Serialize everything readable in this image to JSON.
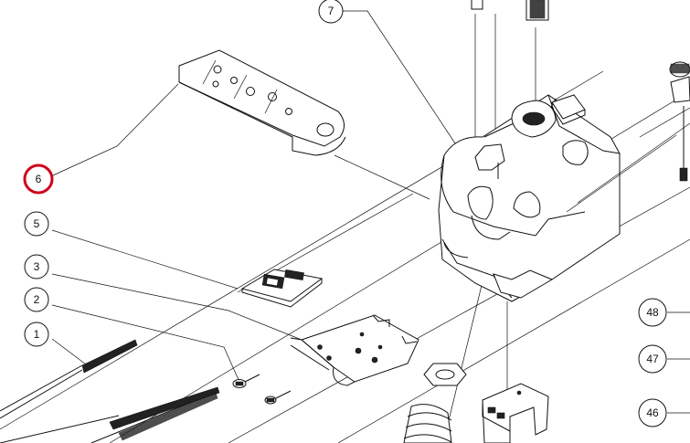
{
  "diagram": {
    "highlight_color": "#d0021b",
    "line_color": "#111111",
    "callouts": [
      {
        "id": "c7",
        "label": "7",
        "highlighted": false
      },
      {
        "id": "c6",
        "label": "6",
        "highlighted": true
      },
      {
        "id": "c5",
        "label": "5",
        "highlighted": false
      },
      {
        "id": "c3",
        "label": "3",
        "highlighted": false
      },
      {
        "id": "c2",
        "label": "2",
        "highlighted": false
      },
      {
        "id": "c1",
        "label": "1",
        "highlighted": false
      },
      {
        "id": "c48",
        "label": "48",
        "highlighted": false
      },
      {
        "id": "c47",
        "label": "47",
        "highlighted": false
      },
      {
        "id": "c46",
        "label": "46",
        "highlighted": false
      }
    ],
    "parts": [
      {
        "name": "spacer-plate-part",
        "icon": "perforated-plate"
      },
      {
        "name": "label-plate-part",
        "icon": "label-plate"
      },
      {
        "name": "mounting-bracket-part",
        "icon": "bracket"
      },
      {
        "name": "small-screw-part",
        "icon": "screw"
      },
      {
        "name": "long-screw-part",
        "icon": "long-screw"
      },
      {
        "name": "hinge-body-part",
        "icon": "hinge-body"
      },
      {
        "name": "nut-part",
        "icon": "hex-nut"
      },
      {
        "name": "spring-part",
        "icon": "spring"
      },
      {
        "name": "clip-part",
        "icon": "clip"
      }
    ]
  }
}
